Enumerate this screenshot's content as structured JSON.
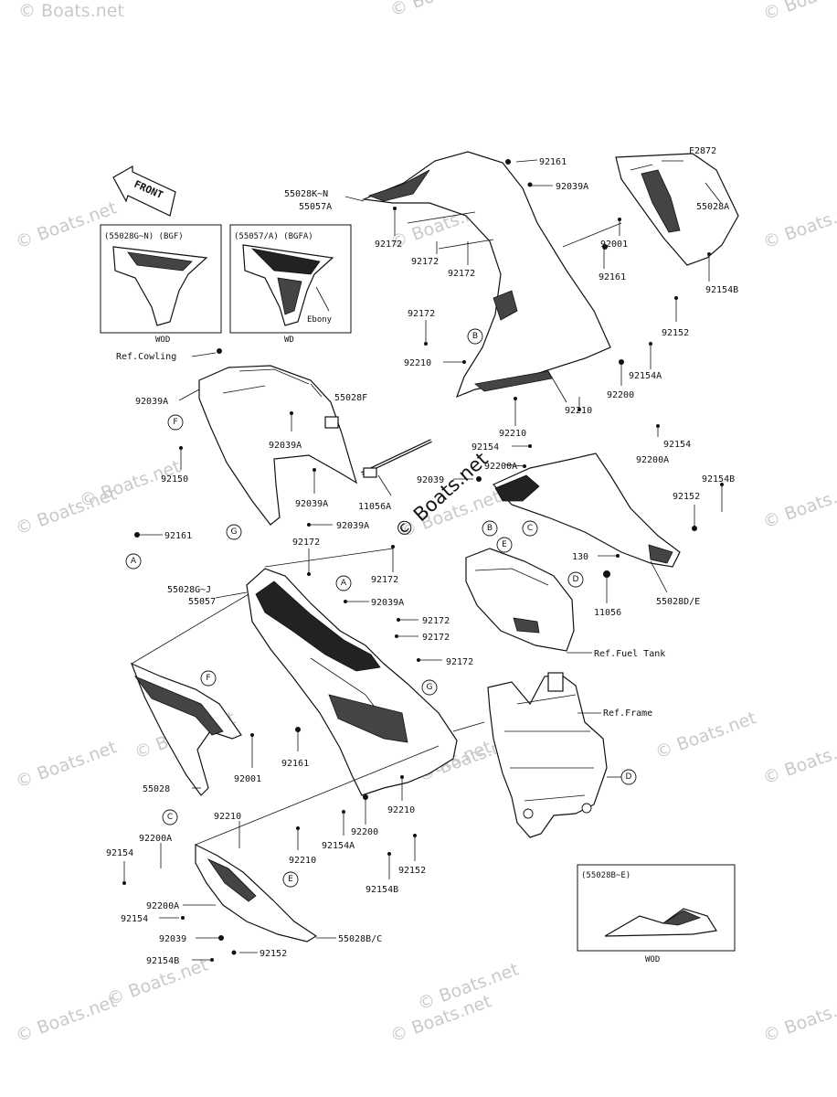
{
  "watermarks": [
    "© Boats.net",
    "© Boats.net",
    "© Boats.net",
    "© Boats.net",
    "© Boats.net",
    "© Boats.net",
    "© Boats.net",
    "© Boats.net",
    "© Boats.net",
    "© Boats.net",
    "© Boats.net",
    "© Boats.net",
    "© Boats.net",
    "© Boats.net",
    "© Boats.net",
    "© Boats.net",
    "© Boats.net",
    "© Boats.net",
    "© Boats.net",
    "© Boats.net",
    "© Boats.net"
  ],
  "center_watermark": "© Boats.net",
  "figure_code": "F2872",
  "front_label": "FRONT",
  "inset_boxes": {
    "bgf": {
      "heading": "(55028G~N)  (BGF)",
      "caption": "WOD"
    },
    "bgfa": {
      "heading": "(55057/A)  (BGFA)",
      "note": "Ebony",
      "caption": "WD"
    },
    "b_e": {
      "heading": "(55028B~E)",
      "caption": "WOD"
    }
  },
  "ref_labels": {
    "cowling": "Ref.Cowling",
    "fuel_tank": "Ref.Fuel Tank",
    "frame": "Ref.Frame"
  },
  "parts": [
    "55028K~N",
    "55057A",
    "92161",
    "92039A",
    "55028A",
    "92172",
    "92001",
    "92172",
    "92172",
    "92161",
    "92154B",
    "92172",
    "92152",
    "92210",
    "92154A",
    "92200",
    "92039A",
    "55028F",
    "92210",
    "92210",
    "92154",
    "92039A",
    "92200A",
    "92200A",
    "92154",
    "92150",
    "92039",
    "92039A",
    "11056A",
    "92154B",
    "92152",
    "92039A",
    "92161",
    "92172",
    "130",
    "55028G~J",
    "55057",
    "92172",
    "92039A",
    "11056",
    "55028D/E",
    "92172",
    "92172",
    "92172",
    "92001",
    "92161",
    "55028",
    "92210",
    "92210",
    "92200",
    "92154A",
    "92210",
    "92152",
    "92154B",
    "92200A",
    "92154",
    "92200A",
    "92154",
    "92039",
    "55028B/C",
    "92154B",
    "92152"
  ],
  "callouts": [
    "A",
    "B",
    "C",
    "D",
    "E",
    "F",
    "G"
  ]
}
